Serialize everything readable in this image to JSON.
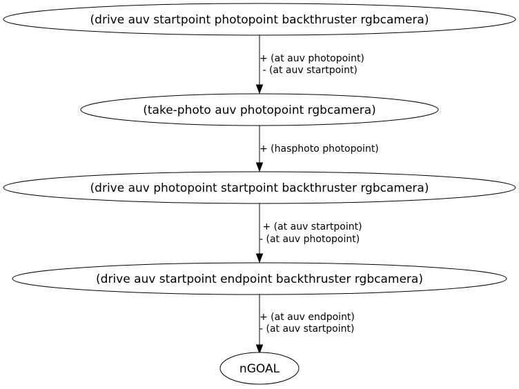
{
  "graph": {
    "nodes": [
      {
        "id": "n0",
        "label": "(drive auv startpoint photopoint backthruster rgbcamera)"
      },
      {
        "id": "n1",
        "label": "(take-photo auv photopoint rgbcamera)"
      },
      {
        "id": "n2",
        "label": "(drive auv photopoint startpoint backthruster rgbcamera)"
      },
      {
        "id": "n3",
        "label": "(drive auv startpoint endpoint backthruster rgbcamera)"
      },
      {
        "id": "n4",
        "label": "nGOAL"
      }
    ],
    "edges": [
      {
        "from": "n0",
        "to": "n1",
        "label_lines": [
          "+ (at auv photopoint)",
          " - (at auv startpoint)"
        ]
      },
      {
        "from": "n1",
        "to": "n2",
        "label_lines": [
          "+ (hasphoto photopoint)"
        ]
      },
      {
        "from": "n2",
        "to": "n3",
        "label_lines": [
          " + (at auv startpoint)",
          "- (at auv photopoint)"
        ]
      },
      {
        "from": "n3",
        "to": "n4",
        "label_lines": [
          "+ (at auv endpoint)",
          "- (at auv startpoint)"
        ]
      }
    ]
  }
}
